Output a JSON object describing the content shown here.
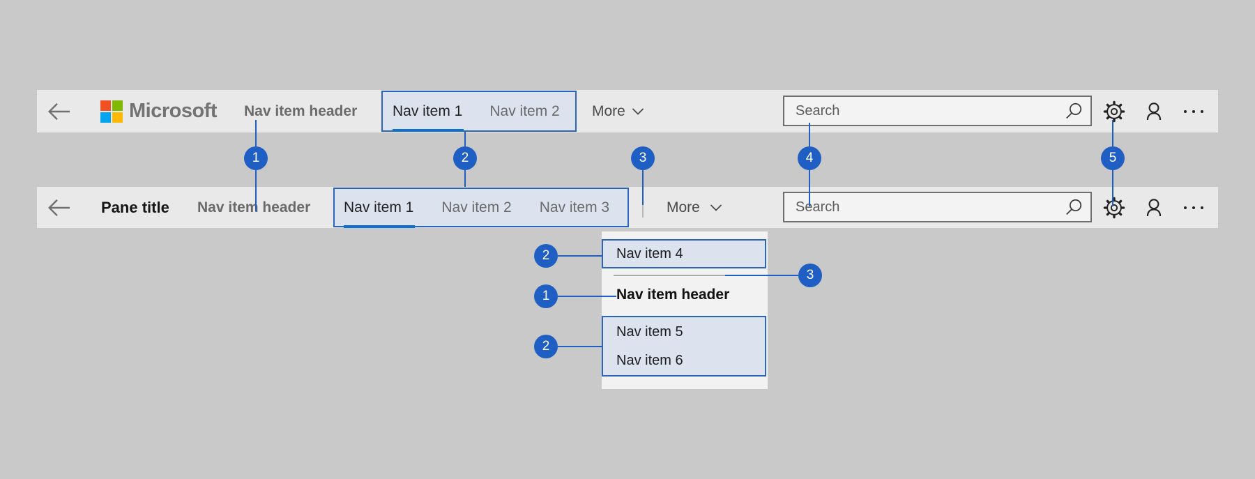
{
  "colors": {
    "page_bg": "#c9c9c9",
    "bar_bg": "#e9e9e9",
    "flyout_bg": "#f2f2f2",
    "accent": "#1f5ec2",
    "underline": "#1070d2",
    "highlight_fill": "#dce2ee",
    "highlight_border": "#2a64bd",
    "ms_red": "#f25022",
    "ms_green": "#7fba00",
    "ms_blue": "#00a4ef",
    "ms_yellow": "#ffb900"
  },
  "topbar": {
    "logo": "Microsoft",
    "nav_item_header": "Nav item header",
    "nav_items": [
      {
        "label": "Nav item 1",
        "selected": true
      },
      {
        "label": "Nav item 2",
        "selected": false
      }
    ],
    "more": "More",
    "search_placeholder": "Search"
  },
  "pane_bar": {
    "pane_title": "Pane title",
    "nav_item_header": "Nav item header",
    "nav_items": [
      {
        "label": "Nav item 1",
        "selected": true
      },
      {
        "label": "Nav item 2",
        "selected": false
      },
      {
        "label": "Nav item 3",
        "selected": false
      }
    ],
    "more": "More",
    "search_placeholder": "Search"
  },
  "flyout": {
    "item4": "Nav item 4",
    "header": "Nav item header",
    "item5": "Nav item 5",
    "item6": "Nav item 6"
  },
  "callouts": {
    "row": [
      "1",
      "2",
      "3",
      "4",
      "5"
    ],
    "flyout_item4": "2",
    "flyout_separator": "3",
    "flyout_header": "1",
    "flyout_items56": "2"
  },
  "icons": {
    "back": "back-arrow",
    "search": "magnifier",
    "settings": "gear",
    "account": "person",
    "more_options": "ellipsis",
    "more_chevron": "chevron-down"
  }
}
